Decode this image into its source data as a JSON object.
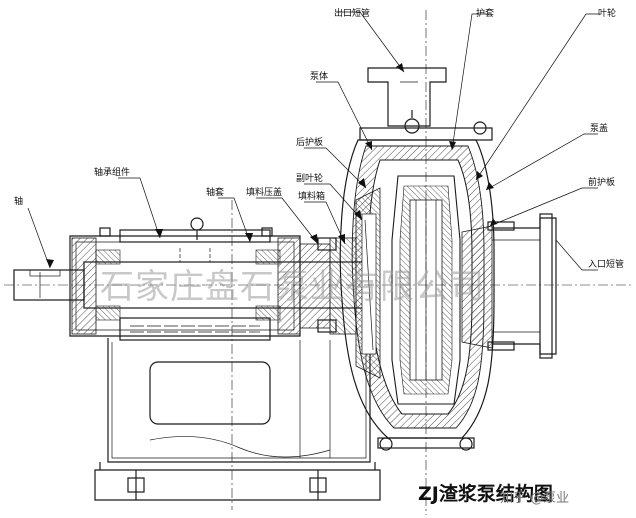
{
  "labels": {
    "shaft": "轴",
    "bearing_assembly": "轴承组件",
    "shaft_sleeve": "轴套",
    "gland": "填料压盖",
    "stuffing_box": "填料箱",
    "expeller": "副叶轮",
    "rear_liner": "后护板",
    "pump_body": "泵体",
    "outlet_pipe": "出口短管",
    "volute_liner": "护套",
    "impeller": "叶轮",
    "pump_cover": "泵盖",
    "front_liner": "前护板",
    "inlet_pipe": "入口短管"
  },
  "watermark": "石家庄盘石泵业有限公司",
  "caption": {
    "title": "ZJ渣浆泵结构图",
    "source": "知乎 @泵业"
  }
}
